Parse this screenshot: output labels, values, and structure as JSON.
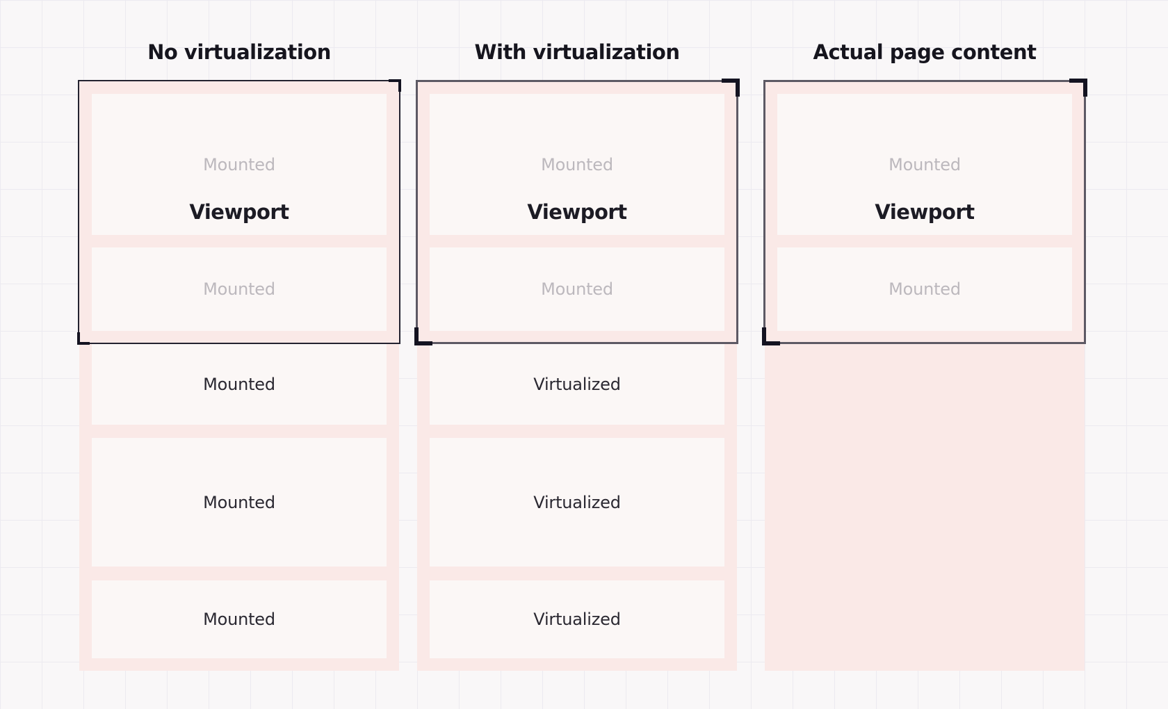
{
  "diagram": {
    "columns": [
      {
        "title": "No virtualization",
        "viewport_label": "Viewport",
        "items": [
          {
            "label": "Mounted",
            "state": "in-viewport"
          },
          {
            "label": "Mounted",
            "state": "in-viewport"
          },
          {
            "label": "Mounted",
            "state": "below-viewport"
          },
          {
            "label": "Mounted",
            "state": "below-viewport"
          },
          {
            "label": "Mounted",
            "state": "below-viewport"
          }
        ]
      },
      {
        "title": "With virtualization",
        "viewport_label": "Viewport",
        "items": [
          {
            "label": "Mounted",
            "state": "in-viewport"
          },
          {
            "label": "Mounted",
            "state": "in-viewport"
          },
          {
            "label": "Virtualized",
            "state": "below-viewport"
          },
          {
            "label": "Virtualized",
            "state": "below-viewport"
          },
          {
            "label": "Virtualized",
            "state": "below-viewport"
          }
        ]
      },
      {
        "title": "Actual page content",
        "viewport_label": "Viewport",
        "items": [
          {
            "label": "Mounted",
            "state": "in-viewport"
          },
          {
            "label": "Mounted",
            "state": "in-viewport"
          }
        ]
      }
    ],
    "colors": {
      "background": "#f9f7f8",
      "grid_line": "#eceaf0",
      "panel_pink": "#fae9e7",
      "item_background": "#fbf7f6",
      "viewport_border_dark": "#232230",
      "viewport_border_gray": "#5d5964",
      "corner_mark": "#141321",
      "title_text": "#16151e",
      "muted_label_text": "#bcb8bd",
      "dark_label_text": "#2a2831"
    }
  }
}
